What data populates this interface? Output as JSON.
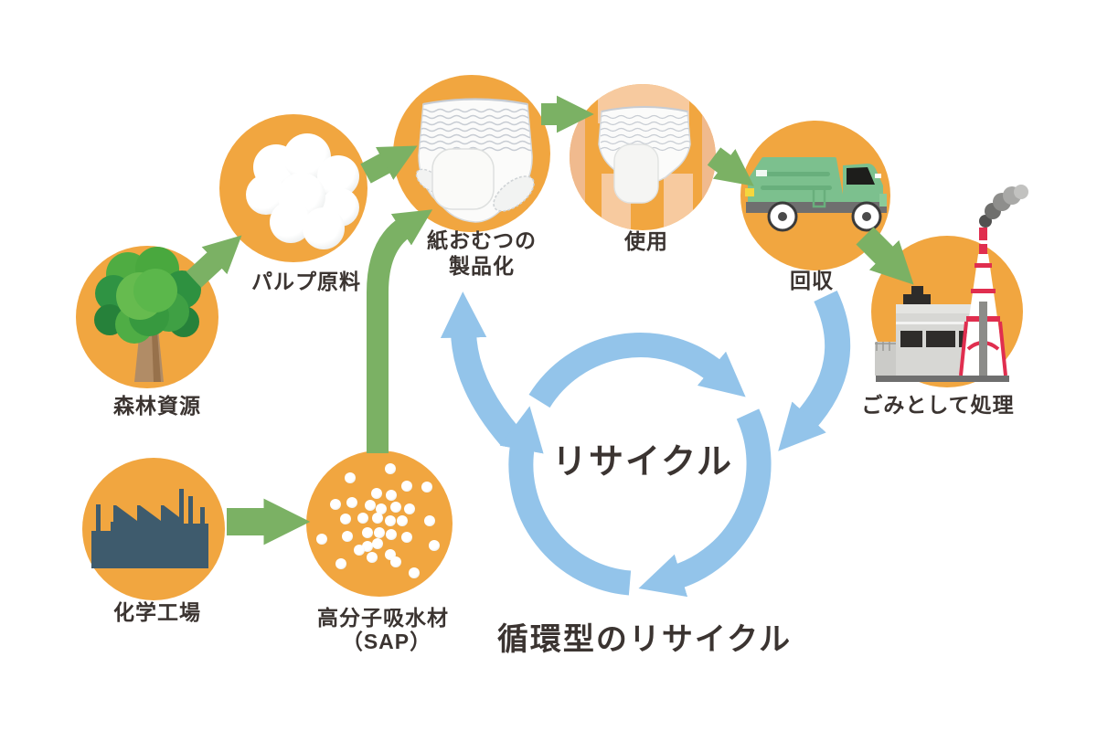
{
  "diagram": {
    "center_label": "リサイクル",
    "caption": "循環型のリサイクル",
    "nodes": {
      "forest": "森林資源",
      "pulp": "パルプ原料",
      "diaper_line1": "紙おむつの",
      "diaper_line2": "製品化",
      "use": "使用",
      "collection": "回収",
      "disposal": "ごみとして処理",
      "chemical": "化学工場",
      "sap_line1": "高分子吸水材",
      "sap_line2": "（SAP）"
    },
    "flows": {
      "green_arrows": [
        {
          "from": "森林資源",
          "to": "パルプ原料"
        },
        {
          "from": "パルプ原料",
          "to": "紙おむつの製品化"
        },
        {
          "from": "紙おむつの製品化",
          "to": "使用"
        },
        {
          "from": "使用",
          "to": "回収"
        },
        {
          "from": "回収",
          "to": "ごみとして処理"
        },
        {
          "from": "化学工場",
          "to": "高分子吸水材（SAP）"
        },
        {
          "from": "高分子吸水材（SAP）",
          "to": "紙おむつの製品化"
        }
      ],
      "blue_arrows": [
        {
          "from": "回収",
          "to": "リサイクル"
        },
        {
          "from": "リサイクル",
          "to": "紙おむつの製品化"
        },
        {
          "cycle": "リサイクル (時計回りの3つの矢印)"
        }
      ]
    },
    "colors": {
      "node_circle": "#F1A640",
      "arrow_green": "#7BB164",
      "arrow_blue": "#93C4EA",
      "label_text": "#3B3431"
    }
  }
}
